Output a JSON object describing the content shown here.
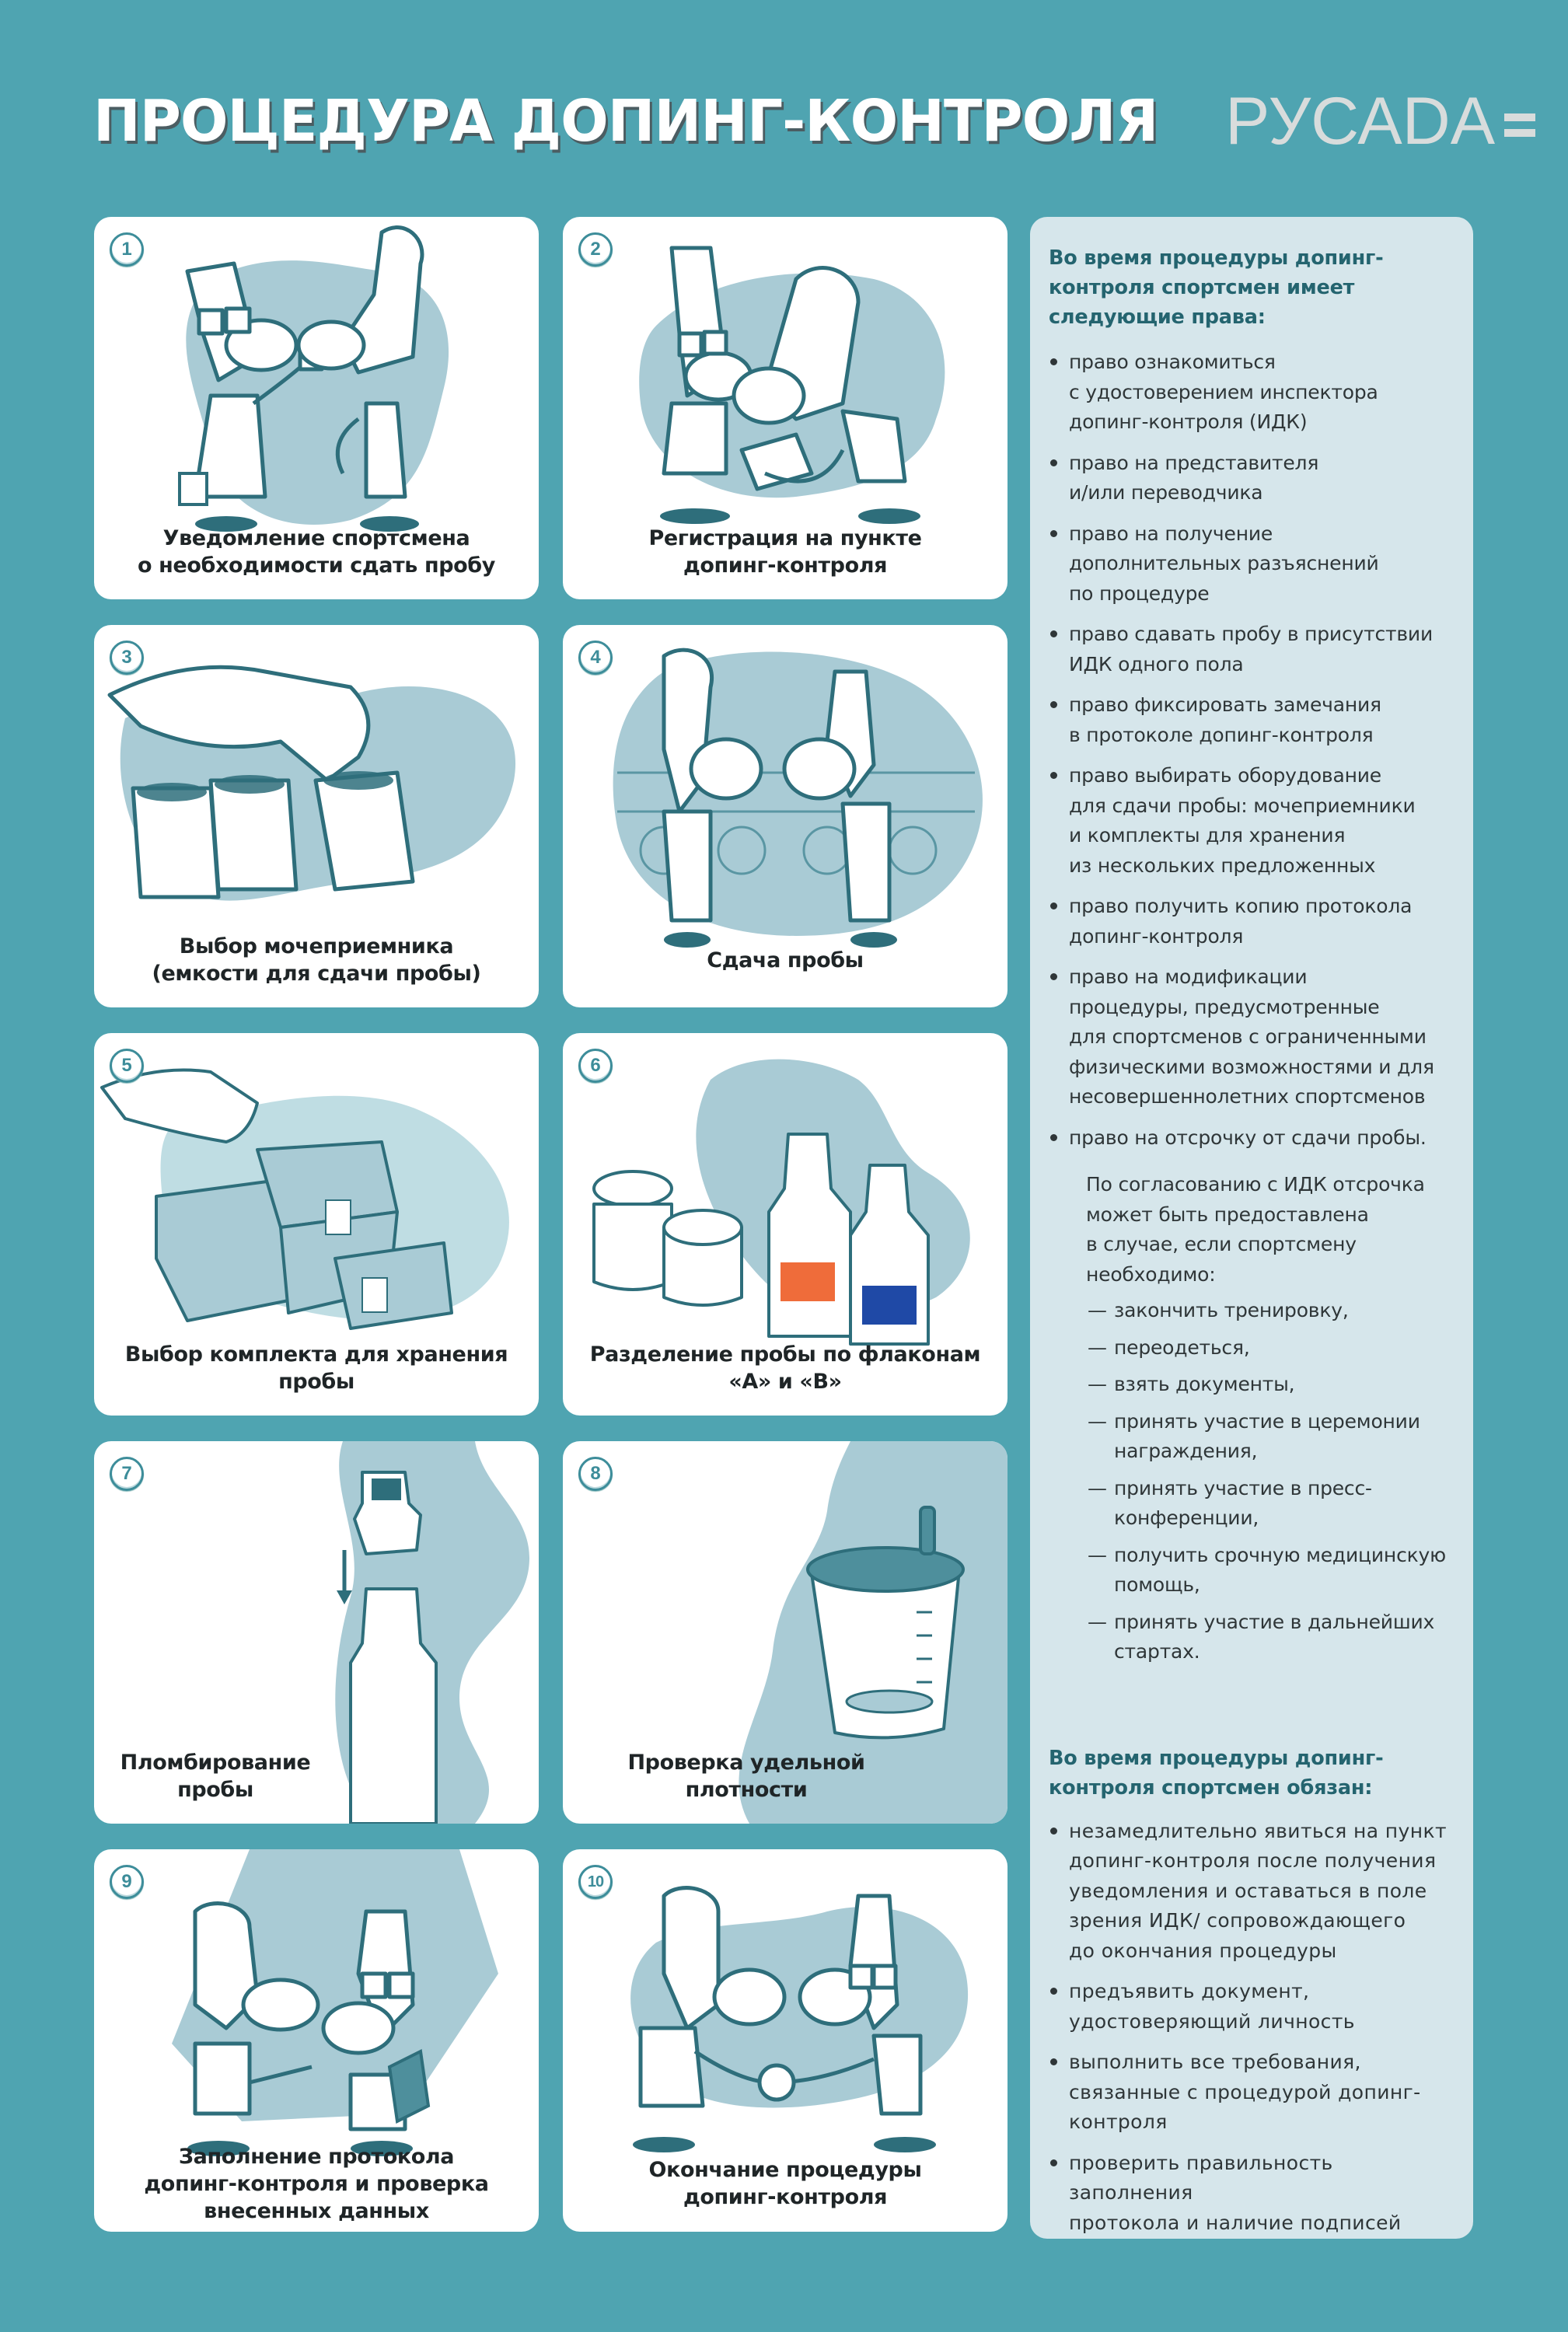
{
  "header": {
    "title": "ПРОЦЕДУРА ДОПИНГ-КОНТРОЛЯ",
    "logo_text": "РУСАDA",
    "logo_icon": "not-equal-icon"
  },
  "colors": {
    "background": "#4fa4b1",
    "card": "#ffffff",
    "panel": "#d6e6eb",
    "accent": "#3d8d9a",
    "heading": "#24646f",
    "illustration_blob": "#a9cbd5",
    "illustration_line": "#2e6e7b",
    "label_orange": "#ef6c3a",
    "label_blue": "#1f49a6"
  },
  "steps": [
    {
      "number": "1",
      "caption": [
        "Уведомление спортсмена",
        "о необходимости сдать пробу"
      ],
      "illustration": "inspector-shows-badge-to-athlete"
    },
    {
      "number": "2",
      "caption": [
        "Регистрация на пункте",
        "допинг-контроля"
      ],
      "illustration": "athlete-signs-clipboard"
    },
    {
      "number": "3",
      "caption": [
        "Выбор мочеприемника",
        "(емкости для сдачи пробы)"
      ],
      "illustration": "hand-picks-sealed-cups"
    },
    {
      "number": "4",
      "caption": [
        "Сдача пробы"
      ],
      "illustration": "athlete-and-inspector-restroom"
    },
    {
      "number": "5",
      "caption": [
        "Выбор комплекта для хранения",
        "пробы"
      ],
      "illustration": "hand-picks-sample-kit-boxes"
    },
    {
      "number": "6",
      "caption": [
        "Разделение пробы по флаконам",
        "«А» и «В»"
      ],
      "illustration": "bottles-a-and-b"
    },
    {
      "number": "7",
      "caption": [
        "Пломбирование",
        "пробы"
      ],
      "illustration": "cap-sealing-bottle"
    },
    {
      "number": "8",
      "caption": [
        "Проверка удельной",
        "плотности"
      ],
      "illustration": "collection-cup-with-lid"
    },
    {
      "number": "9",
      "caption": [
        "Заполнение протокола",
        "допинг-контроля и проверка",
        "внесенных данных"
      ],
      "illustration": "athlete-points-at-clipboard"
    },
    {
      "number": "10",
      "caption": [
        "Окончание процедуры",
        "допинг-контроля"
      ],
      "illustration": "handshake"
    }
  ],
  "panel": {
    "rights_heading": [
      "Во время процедуры допинг-",
      "контроля спортсмен имеет",
      "следующие права:"
    ],
    "rights": [
      [
        "право ознакомиться",
        "с удостоверением инспектора",
        "допинг-контроля (ИДК)"
      ],
      [
        "право на представителя",
        "и/или переводчика"
      ],
      [
        "право на получение",
        "дополнительных разъяснений",
        "по процедуре"
      ],
      [
        "право сдавать пробу в присутствии",
        "ИДК одного пола"
      ],
      [
        "право фиксировать замечания",
        "в протоколе допинг-контроля"
      ],
      [
        "право выбирать оборудование",
        "для сдачи пробы: мочеприемники",
        "и комплекты для хранения",
        "из нескольких предложенных"
      ],
      [
        "право получить копию протокола",
        "допинг-контроля"
      ],
      [
        "право на модификации",
        "процедуры, предусмотренные",
        "для спортсменов с ограниченными",
        "физическими возможностями и для",
        "несовершеннолетних спортсменов"
      ],
      [
        "право на отсрочку от сдачи пробы."
      ]
    ],
    "deferral_intro": [
      "По согласованию с ИДК отсрочка",
      "может быть предоставлена",
      "в случае, если спортсмену",
      "необходимо:"
    ],
    "deferral_reasons": [
      [
        "закончить тренировку,"
      ],
      [
        "переодеться,"
      ],
      [
        "взять документы,"
      ],
      [
        "принять участие в церемонии",
        "награждения,"
      ],
      [
        "принять участие в пресс-",
        "конференции,"
      ],
      [
        "получить срочную медицинскую",
        "помощь,"
      ],
      [
        "принять участие в дальнейших",
        "стартах."
      ]
    ],
    "obligations_heading": [
      "Во время процедуры допинг-",
      "контроля спортсмен обязан:"
    ],
    "obligations": [
      [
        "незамедлительно явиться на пункт",
        "допинг-контроля после получения",
        "уведомления и оставаться в поле",
        "зрения ИДК/ сопровождающего",
        "до окончания процедуры"
      ],
      [
        "предъявить документ,",
        "удостоверяющий личность"
      ],
      [
        "выполнить все требования,",
        "связанные с процедурой допинг-",
        "контроля"
      ],
      [
        "проверить правильность заполнения",
        "протокола и наличие подписей"
      ]
    ]
  }
}
